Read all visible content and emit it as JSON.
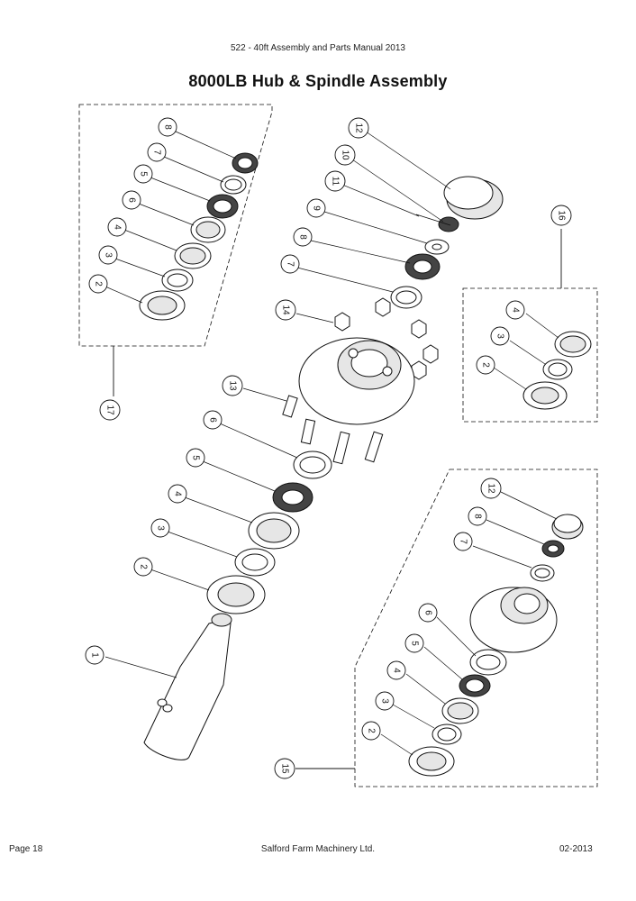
{
  "header": {
    "manual_title": "522 - 40ft Assembly and Parts Manual 2013"
  },
  "title": "8000LB Hub & Spindle Assembly",
  "footer": {
    "page": "Page 18",
    "company": "Salford Farm Machinery Ltd.",
    "date": "02-2013"
  },
  "callouts": [
    {
      "id": "c8a",
      "label": "8"
    },
    {
      "id": "c7a",
      "label": "7"
    },
    {
      "id": "c5a",
      "label": "5"
    },
    {
      "id": "c6a",
      "label": "6"
    },
    {
      "id": "c4a",
      "label": "4"
    },
    {
      "id": "c3a",
      "label": "3"
    },
    {
      "id": "c2a",
      "label": "2"
    },
    {
      "id": "c17",
      "label": "17"
    },
    {
      "id": "c12a",
      "label": "12"
    },
    {
      "id": "c10",
      "label": "10"
    },
    {
      "id": "c11",
      "label": "11"
    },
    {
      "id": "c9",
      "label": "9"
    },
    {
      "id": "c8b",
      "label": "8"
    },
    {
      "id": "c7b",
      "label": "7"
    },
    {
      "id": "c14",
      "label": "14"
    },
    {
      "id": "c13",
      "label": "13"
    },
    {
      "id": "c6b",
      "label": "6"
    },
    {
      "id": "c5b",
      "label": "5"
    },
    {
      "id": "c4b",
      "label": "4"
    },
    {
      "id": "c3b",
      "label": "3"
    },
    {
      "id": "c2b",
      "label": "2"
    },
    {
      "id": "c1",
      "label": "1"
    },
    {
      "id": "c16",
      "label": "16"
    },
    {
      "id": "c4c",
      "label": "4"
    },
    {
      "id": "c3c",
      "label": "3"
    },
    {
      "id": "c2c",
      "label": "2"
    },
    {
      "id": "c12b",
      "label": "12"
    },
    {
      "id": "c8c",
      "label": "8"
    },
    {
      "id": "c7c",
      "label": "7"
    },
    {
      "id": "c6c",
      "label": "6"
    },
    {
      "id": "c5c",
      "label": "5"
    },
    {
      "id": "c4d",
      "label": "4"
    },
    {
      "id": "c3d",
      "label": "3"
    },
    {
      "id": "c2d",
      "label": "2"
    },
    {
      "id": "c15",
      "label": "15"
    }
  ]
}
